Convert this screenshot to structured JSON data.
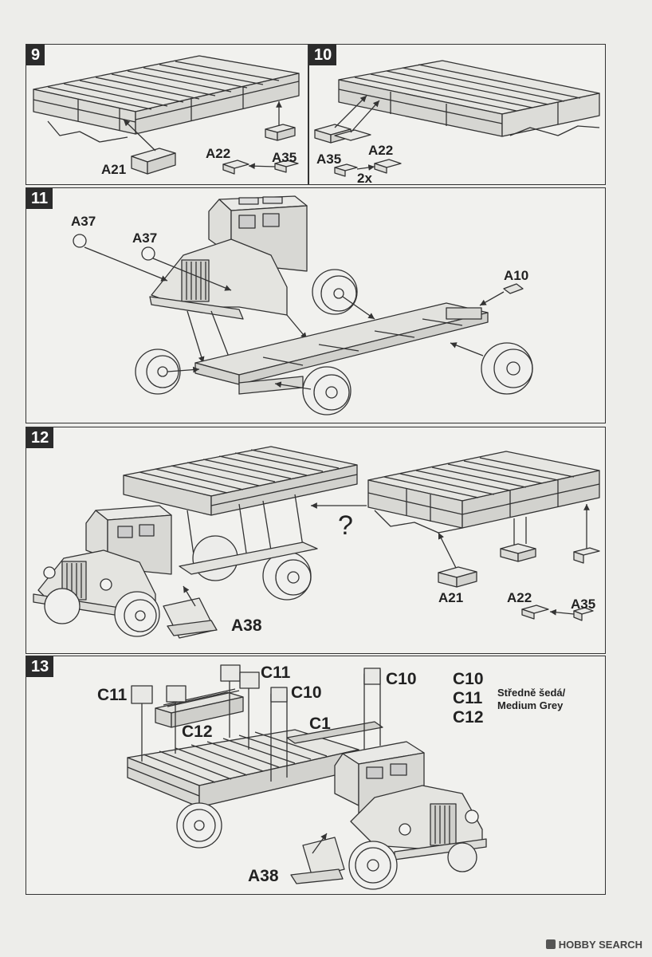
{
  "steps": [
    {
      "number": "9"
    },
    {
      "number": "10"
    },
    {
      "number": "11"
    },
    {
      "number": "12"
    },
    {
      "number": "13"
    }
  ],
  "labels": {
    "s9_a21": "A21",
    "s9_a22": "A22",
    "s9_a35": "A35",
    "s10_a35": "A35",
    "s10_a22": "A22",
    "s10_2x": "2x",
    "s11_a37a": "A37",
    "s11_a37b": "A37",
    "s11_a10": "A10",
    "s12_q": "?",
    "s12_a38": "A38",
    "s12_a21": "A21",
    "s12_a22": "A22",
    "s12_a35": "A35",
    "s13_c11a": "C11",
    "s13_c11b": "C11",
    "s13_c10a": "C10",
    "s13_c10b": "C10",
    "s13_c12": "C12",
    "s13_c1": "C1",
    "s13_a38": "A38"
  },
  "paint_legend": {
    "parts": [
      "C10",
      "C11",
      "C12"
    ],
    "color_cz": "Středně šedá/",
    "color_en": "Medium Grey"
  },
  "footer": {
    "watermark": "HOBBY SEARCH"
  }
}
